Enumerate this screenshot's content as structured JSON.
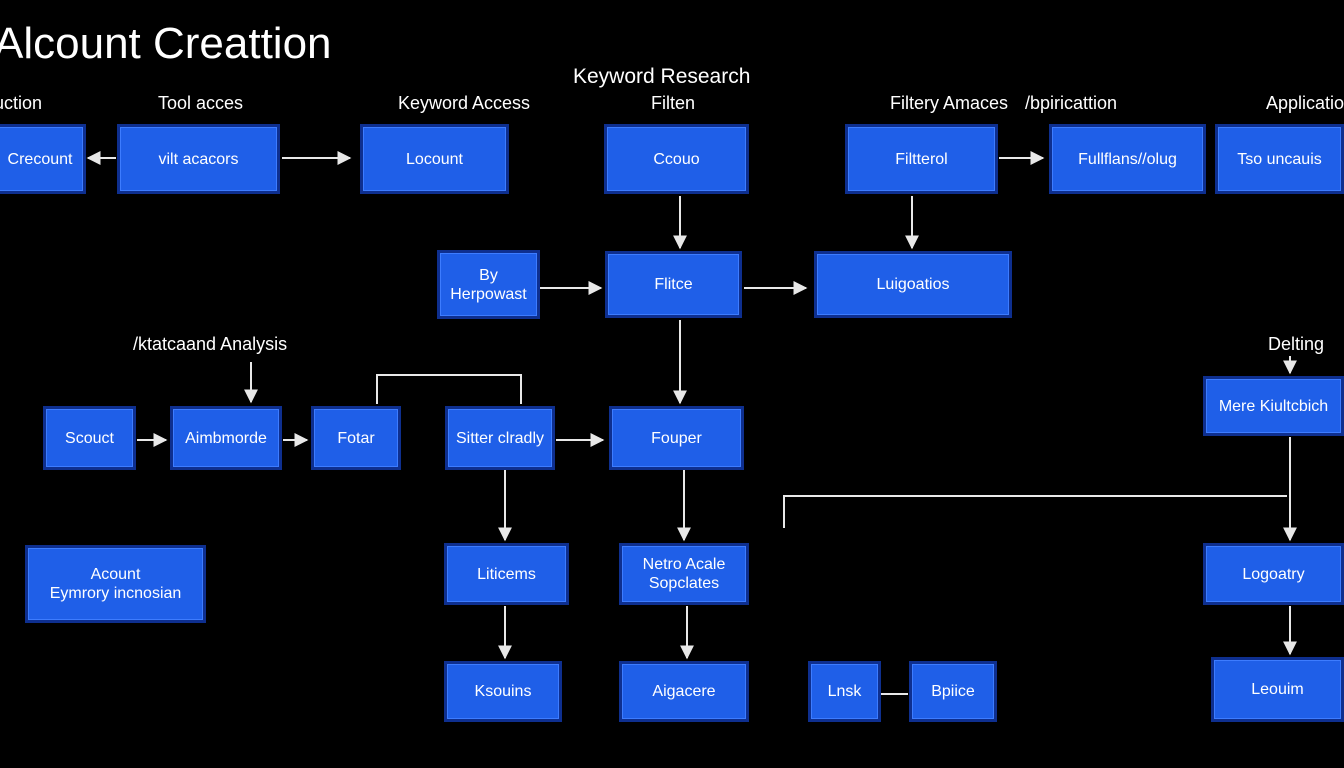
{
  "title": "Alcount Creattion",
  "headers": {
    "h1": "uction",
    "h2": "Tool acces",
    "h3": "Keyword Access",
    "h4": "Keyword Research",
    "h5": "Filten",
    "h6": "Filtery Amaces",
    "h7": "/bpiricattion",
    "h8": "Application",
    "h9": "/ktatcaand Analysis",
    "h10": "Delting"
  },
  "nodes": {
    "crecount": "Crecount",
    "vilt": "vilt acacors",
    "locount": "Locount",
    "ccouo": "Ccouo",
    "filtterol": "Filtterol",
    "fullflans": "Fullflans//olug",
    "tso": "Tso uncauis",
    "herpowast": "By\nHerpowast",
    "flitce": "Flitce",
    "luigoatios": "Luigoatios",
    "mere": "Mere Kiultcbich",
    "scouct": "Scouct",
    "aimbmorde": "Aimbmorde",
    "fotar": "Fotar",
    "sitter": "Sitter clradly",
    "fouper": "Fouper",
    "account": "Acount\nEymrory incnosian",
    "liticems": "Liticems",
    "netro": "Netro Acale\nSopclates",
    "logoatry": "Logoatry",
    "ksouins": "Ksouins",
    "aigacere": "Aigacere",
    "lnsk": "Lnsk",
    "bpiice": "Bpiice",
    "leouim": "Leouim"
  },
  "colors": {
    "background": "#000000",
    "box_fill": "#1f5fe8",
    "box_border": "#0e2f8f",
    "connector": "#e8e8e8"
  }
}
